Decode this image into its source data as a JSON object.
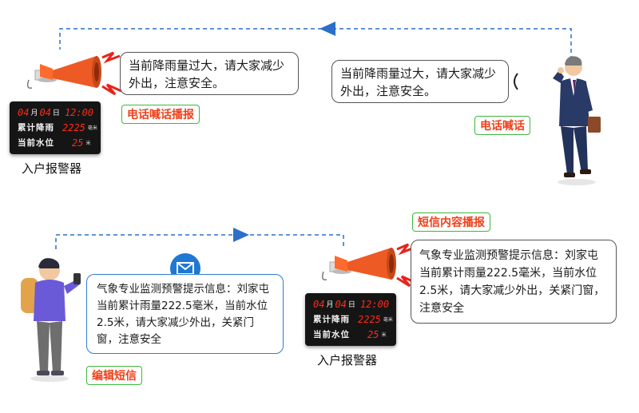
{
  "top": {
    "alarm_bubble_text": "当前降雨量过大，请大家减少外出，注意安全。",
    "caller_bubble_text": "当前降雨量过大，请大家减少外出，注意安全。",
    "alarm_tag": "电话喊话播报",
    "caller_tag": "电话喊话",
    "device_caption": "入户报警器"
  },
  "bottom": {
    "sms_bubble_text": "气象专业监测预警提示信息：刘家屯当前累计雨量222.5毫米，当前水位2.5米，请大家减少外出，关紧门窗，注意安全",
    "broadcast_bubble_text": "气象专业监测预警提示信息：刘家屯当前累计雨量222.5毫米，当前水位2.5米，请大家减少外出，关紧门窗，注意安全",
    "sms_tag": "编辑短信",
    "broadcast_tag": "短信内容播报",
    "device_caption": "入户报警器"
  },
  "display_panel": {
    "month": "04",
    "month_unit": "月",
    "day": "04",
    "day_unit": "日",
    "time": "12:00",
    "row2_label": "累计降雨",
    "row2_value": "2225",
    "row2_unit": "毫米",
    "row3_label": "当前水位",
    "row3_value": "25",
    "row3_unit": "米"
  },
  "colors": {
    "arrow": "#2a6fc9",
    "tag_border": "#3db83d",
    "tag_text": "#f0401a",
    "led": "#ff2a1a"
  },
  "icons": [
    "megaphone-icon",
    "phone-wave-icon",
    "mail-icon",
    "businessman-figure",
    "person-phone-figure"
  ]
}
